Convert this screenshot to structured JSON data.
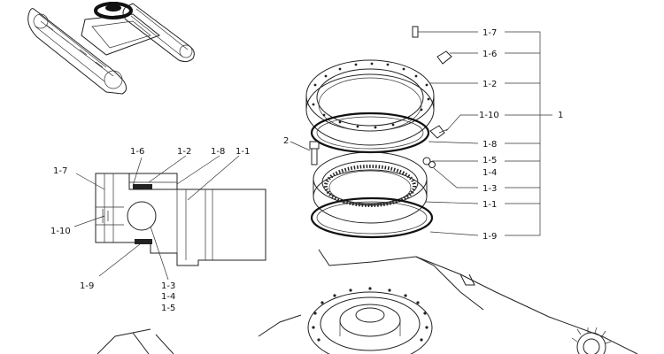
{
  "callouts": {
    "c1_7": "1-7",
    "c1_6": "1-6",
    "c1_2": "1-2",
    "c1_10": "1-10",
    "c1": "1",
    "c1_8": "1-8",
    "c1_5": "1-5",
    "c1_4": "1-4",
    "c1_3": "1-3",
    "c1_1": "1-1",
    "c1_9": "1-9",
    "c2": "2"
  },
  "detail_callouts": {
    "d1_6": "1-6",
    "d1_2": "1-2",
    "d1_8": "1-8",
    "d1_1": "1-1",
    "d1_7": "1-7",
    "d1_10": "1-10",
    "d1_9": "1-9",
    "d1_3": "1-3",
    "d1_4": "1-4",
    "d1_5": "1-5"
  }
}
